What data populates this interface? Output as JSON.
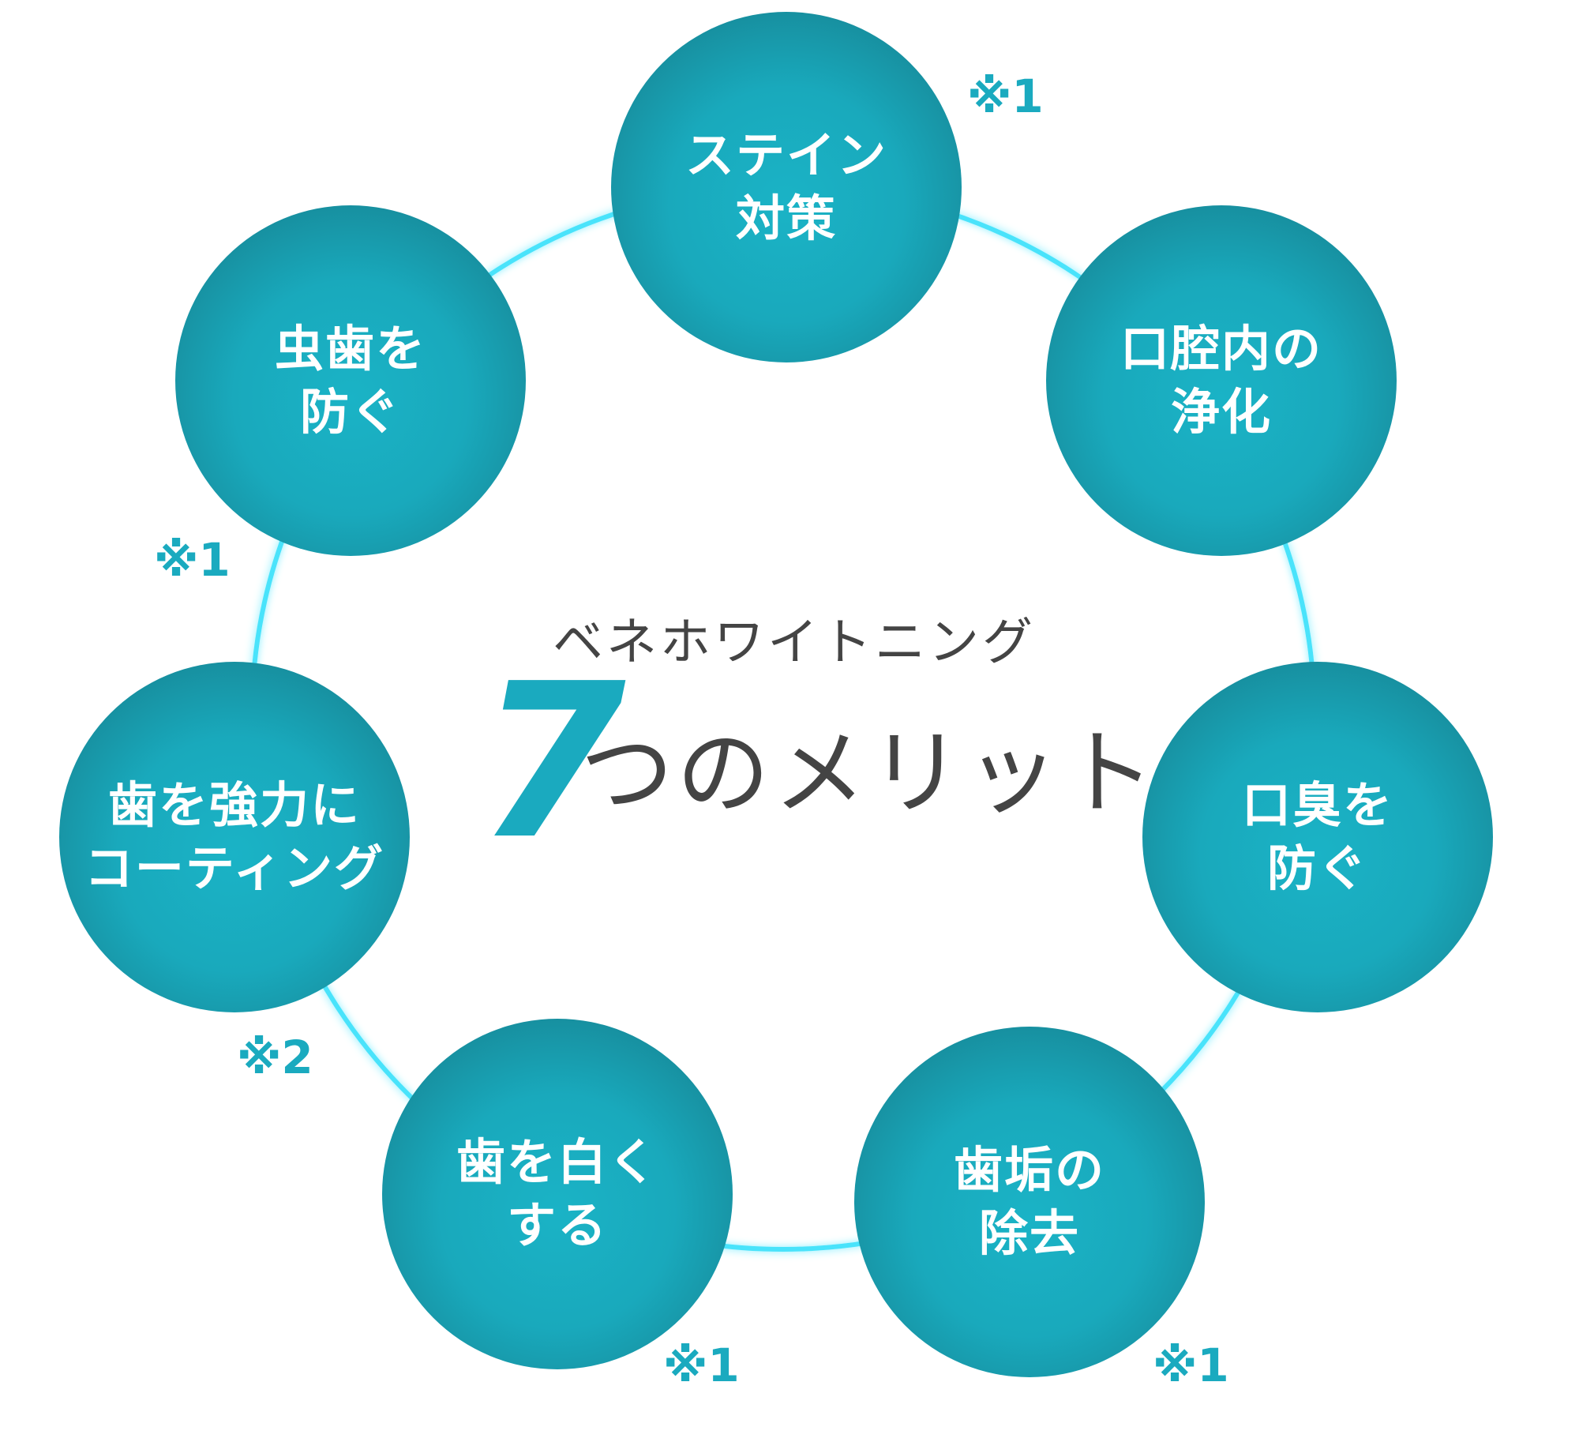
{
  "title": {
    "subtitle": "ベネホワイトニング",
    "number": "7",
    "rest": "つのメリット"
  },
  "merits": [
    {
      "line1": "ステイン",
      "line2": "対策",
      "note": "※1"
    },
    {
      "line1": "口腔内の",
      "line2": "浄化",
      "note": ""
    },
    {
      "line1": "口臭を",
      "line2": "防ぐ",
      "note": ""
    },
    {
      "line1": "歯垢の",
      "line2": "除去",
      "note": "※1"
    },
    {
      "line1": "歯を白く",
      "line2": "する",
      "note": "※1"
    },
    {
      "line1": "歯を強力に",
      "line2": "コーティング",
      "note": "※2"
    },
    {
      "line1": "虫歯を",
      "line2": "防ぐ",
      "note": "※1"
    }
  ],
  "colors": {
    "accent": "#1aaabf",
    "ring": "#49e3fb",
    "text": "#444444"
  }
}
